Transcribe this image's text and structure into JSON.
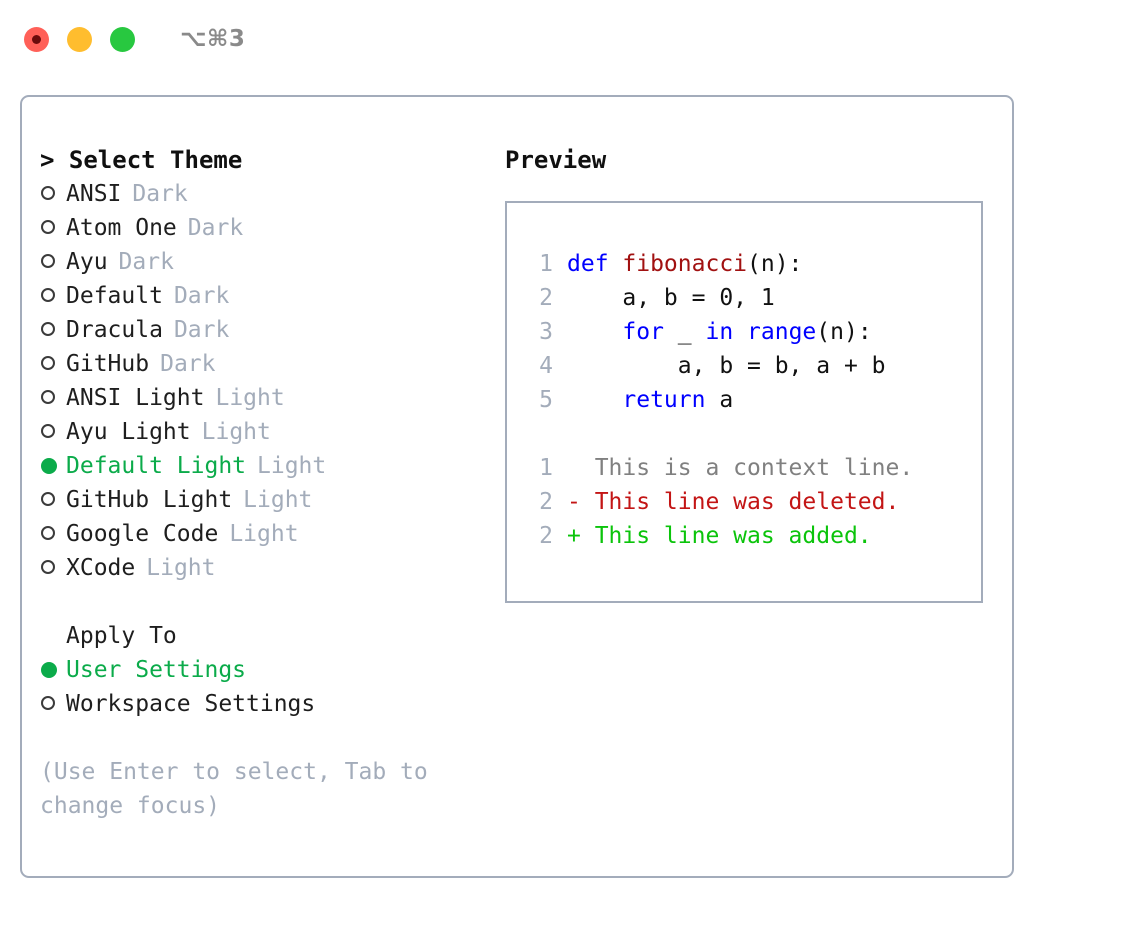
{
  "titlebar": {
    "shortcut": "⌥⌘3",
    "buttons": [
      {
        "name": "close",
        "color": "#ff6058"
      },
      {
        "name": "minimize",
        "color": "#ffbd2e"
      },
      {
        "name": "maximize",
        "color": "#28c840"
      }
    ]
  },
  "theme_picker": {
    "heading": "> Select Theme",
    "items": [
      {
        "label": "ANSI",
        "tag": "Dark",
        "selected": false
      },
      {
        "label": "Atom One",
        "tag": "Dark",
        "selected": false
      },
      {
        "label": "Ayu",
        "tag": "Dark",
        "selected": false
      },
      {
        "label": "Default",
        "tag": "Dark",
        "selected": false
      },
      {
        "label": "Dracula",
        "tag": "Dark",
        "selected": false
      },
      {
        "label": "GitHub",
        "tag": "Dark",
        "selected": false
      },
      {
        "label": "ANSI Light",
        "tag": "Light",
        "selected": false
      },
      {
        "label": "Ayu Light",
        "tag": "Light",
        "selected": false
      },
      {
        "label": "Default Light",
        "tag": "Light",
        "selected": true
      },
      {
        "label": "GitHub Light",
        "tag": "Light",
        "selected": false
      },
      {
        "label": "Google Code",
        "tag": "Light",
        "selected": false
      },
      {
        "label": "XCode",
        "tag": "Light",
        "selected": false
      }
    ]
  },
  "apply_to": {
    "heading": "Apply To",
    "items": [
      {
        "label": "User Settings",
        "selected": true
      },
      {
        "label": "Workspace Settings",
        "selected": false
      }
    ]
  },
  "hint": "(Use Enter to select, Tab to change focus)",
  "preview": {
    "heading": "Preview",
    "code_lines": [
      {
        "num": "1",
        "tokens": [
          {
            "text": "def ",
            "style": "kw"
          },
          {
            "text": "fibonacci",
            "style": "fn"
          },
          {
            "text": "(n):",
            "style": "txt"
          }
        ]
      },
      {
        "num": "2",
        "tokens": [
          {
            "text": "    a, b = 0, 1",
            "style": "txt"
          }
        ]
      },
      {
        "num": "3",
        "tokens": [
          {
            "text": "    ",
            "style": "txt"
          },
          {
            "text": "for",
            "style": "kw"
          },
          {
            "text": " _ ",
            "style": "txt"
          },
          {
            "text": "in",
            "style": "kw"
          },
          {
            "text": " ",
            "style": "txt"
          },
          {
            "text": "range",
            "style": "kw"
          },
          {
            "text": "(n):",
            "style": "txt"
          }
        ]
      },
      {
        "num": "4",
        "tokens": [
          {
            "text": "        a, b = b, a + b",
            "style": "txt"
          }
        ]
      },
      {
        "num": "5",
        "tokens": [
          {
            "text": "    ",
            "style": "txt"
          },
          {
            "text": "return",
            "style": "kw"
          },
          {
            "text": " a",
            "style": "txt"
          }
        ]
      }
    ],
    "diff_lines": [
      {
        "num": "1",
        "text": "  This is a context line.",
        "style": "ctx"
      },
      {
        "num": "2",
        "text": "- This line was deleted.",
        "style": "del"
      },
      {
        "num": "2",
        "text": "+ This line was added.",
        "style": "add"
      }
    ]
  },
  "colors": {
    "accent_green": "#0bab4a",
    "panel_border": "#a3acbb",
    "muted": "#a3acba",
    "keyword": "#0000ff",
    "function": "#a11111",
    "diff_add": "#0bc40b",
    "diff_del": "#c31515",
    "context": "#808080"
  }
}
